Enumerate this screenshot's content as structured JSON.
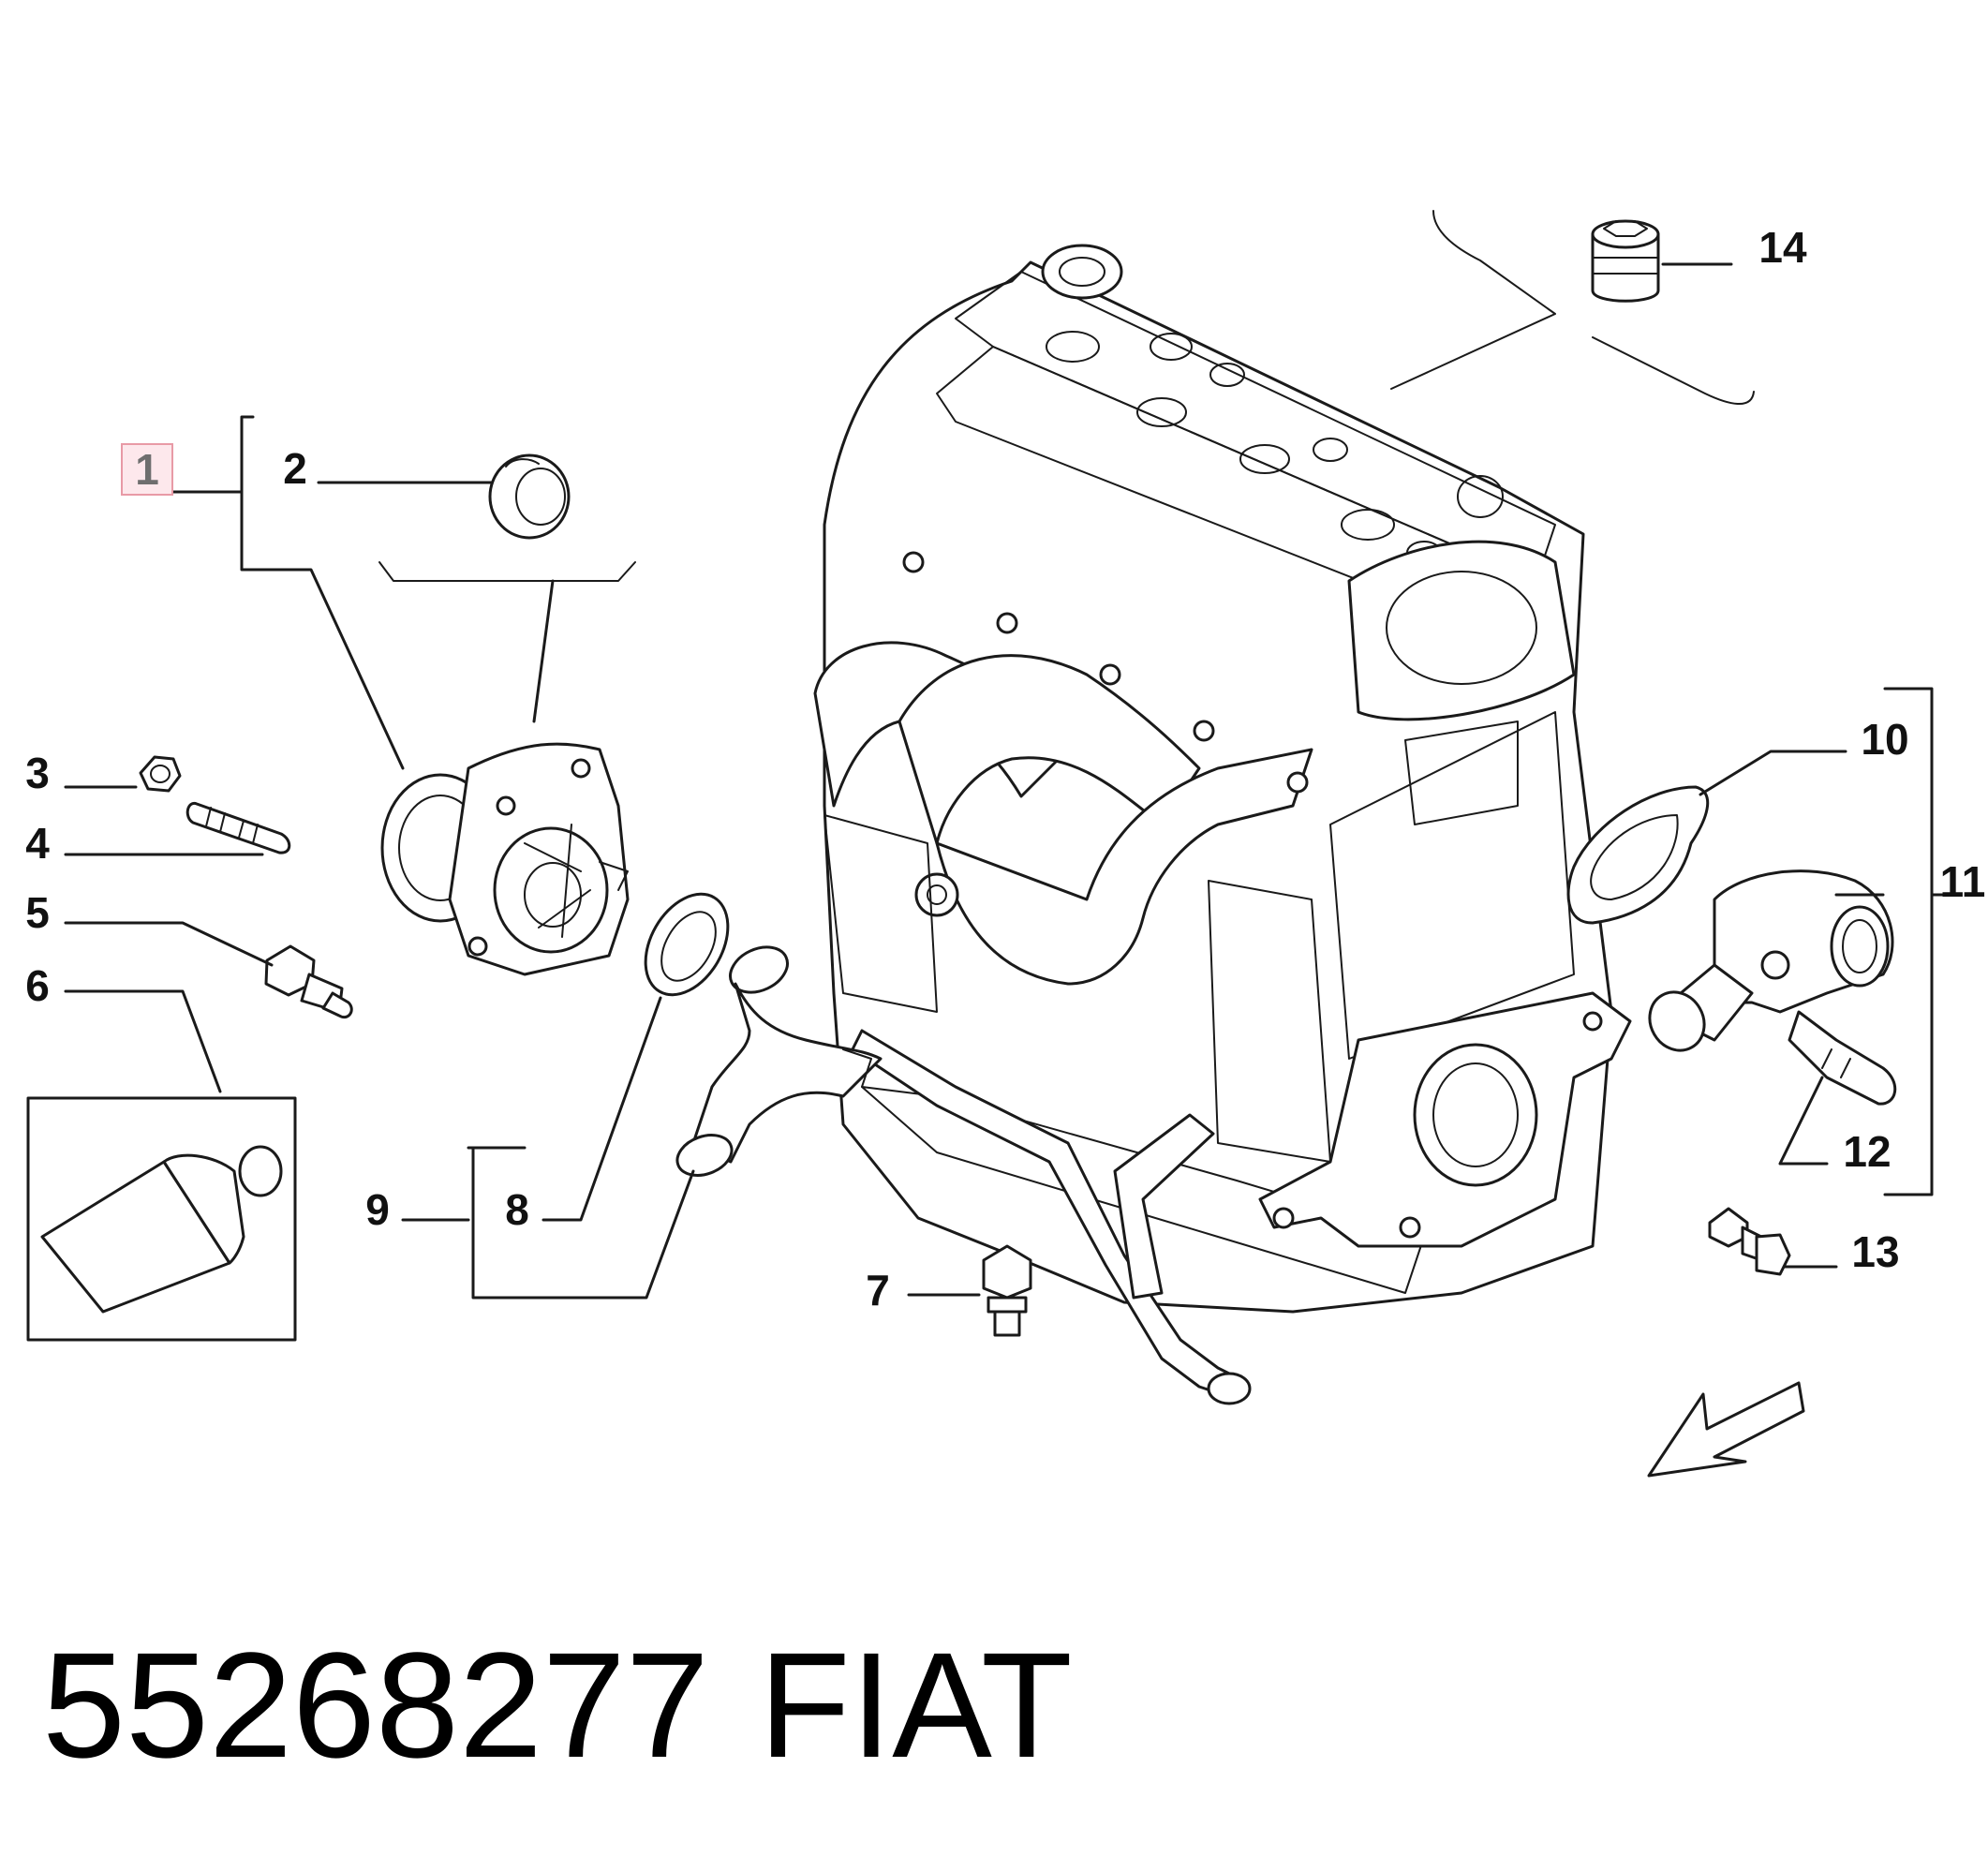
{
  "callouts": {
    "c1": "1",
    "c2": "2",
    "c3": "3",
    "c4": "4",
    "c5": "5",
    "c6": "6",
    "c7": "7",
    "c8": "8",
    "c9": "9",
    "c10": "10",
    "c11": "11",
    "c12": "12",
    "c13": "13",
    "c14": "14"
  },
  "highlight_color": "#e89aa6",
  "footer": {
    "part_number": "55268277",
    "brand": "FIAT"
  }
}
